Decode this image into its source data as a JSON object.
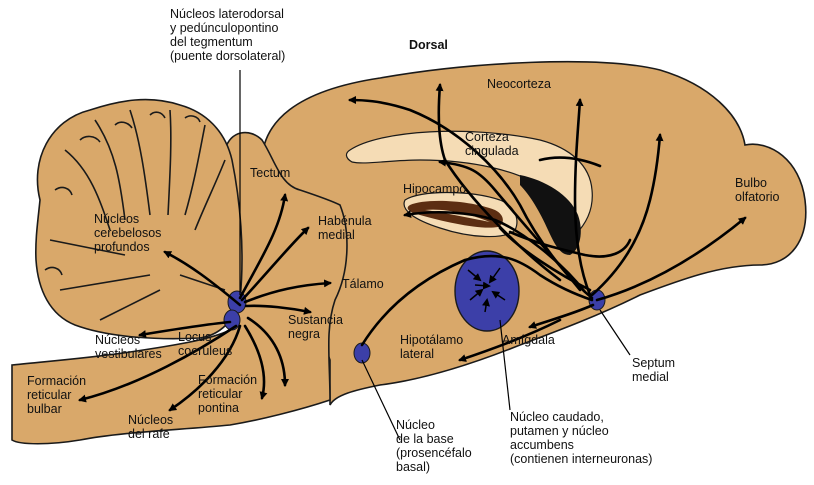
{
  "colors": {
    "tissue": "#d9a86a",
    "tissue_outline": "#1a1a1a",
    "cingulate": "#f5dcb5",
    "hippocampus": "#5c2e12",
    "ventricle": "#111111",
    "nucleus": "#3c3fa8",
    "arrow": "#000000"
  },
  "labels": {
    "dorsal": "Dorsal",
    "laterodorsal": "Núcleos laterodorsal\ny pedúnculopontino\ndel tegmentum\n(puente dorsolateral)",
    "neocorteza": "Neocorteza",
    "corteza_cingulada": "Corteza\ncingulada",
    "hipocampo": "Hipocampo",
    "bulbo_olfatorio": "Bulbo\nolfatorio",
    "tectum": "Tectum",
    "habenula": "Habénula\nmedial",
    "talamo": "Tálamo",
    "sustancia_negra": "Sustancia\nnegra",
    "nucleos_cerebelosos": "Núcleos\ncerebelosos\nprofundos",
    "nucleos_vestibulares": "Núcleos\nvestibulares",
    "locus_coeruleus": "Locus\ncoeruleus",
    "formacion_bulbar": "Formación\nreticular\nbulbar",
    "formacion_pontina": "Formación\nreticular\npontina",
    "nucleos_rafe": "Núcleos\ndel rafe",
    "hipotalamo": "Hipotálamo\nlateral",
    "amigdala": "Amígdala",
    "septum": "Septum\nmedial",
    "nucleo_base": "Núcleo\nde la base\n(prosencéfalo\nbasal)",
    "caudado": "Núcleo caudado,\nputamen y núcleo\naccumbens\n(contienen interneuronas)"
  }
}
